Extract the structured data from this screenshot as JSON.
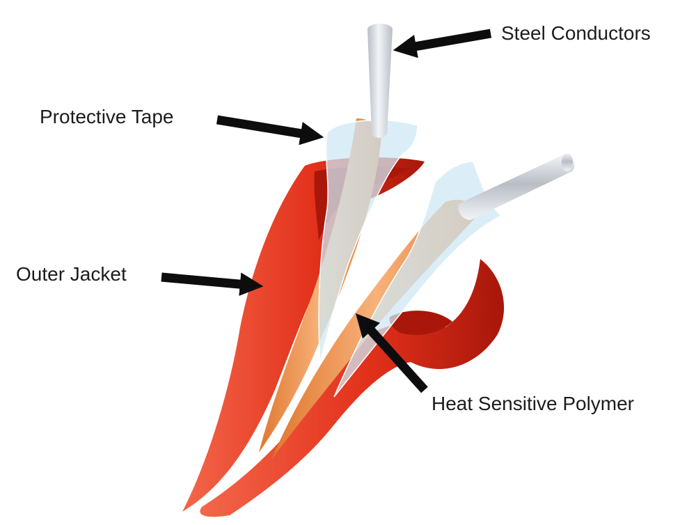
{
  "labels": {
    "steel_conductors": "Steel Conductors",
    "protective_tape": "Protective Tape",
    "outer_jacket": "Outer Jacket",
    "heat_sensitive_polymer": "Heat Sensitive Polymer"
  },
  "colors": {
    "background": "#ffffff",
    "text": "#1c1c1c",
    "arrow": "#0d0d0d",
    "outer_jacket": "#e2311b",
    "outer_jacket_shade": "#a8170a",
    "outer_jacket_highlight": "#f4674a",
    "polymer": "#e0772f",
    "polymer_highlight": "#f7b27a",
    "tape": "#cfe8f4",
    "steel": "#b8bec6",
    "steel_highlight": "#f2f4f7"
  }
}
